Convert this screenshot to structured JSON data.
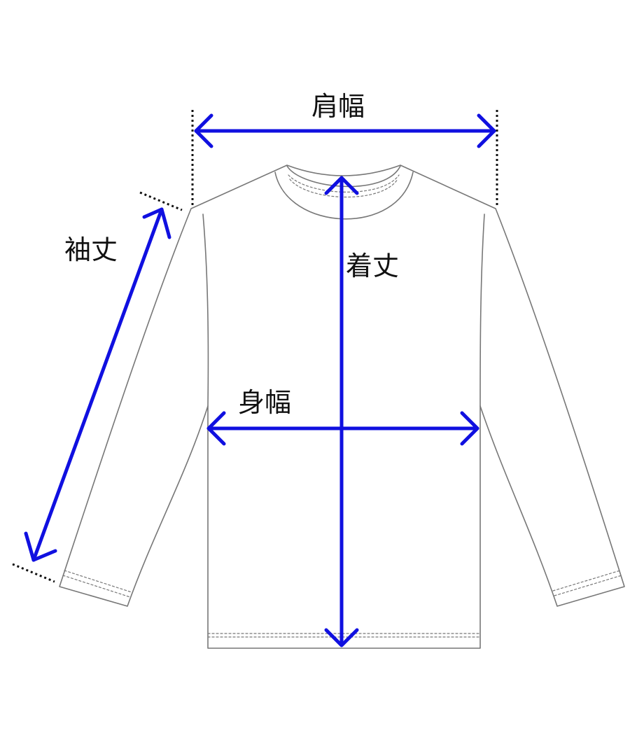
{
  "colors": {
    "arrow": "#1010e0",
    "outline": "#777777",
    "background": "#ffffff",
    "text": "#111111"
  },
  "labels": {
    "shoulder_width": "肩幅",
    "sleeve_length": "袖丈",
    "body_length": "着丈",
    "body_width": "身幅"
  }
}
